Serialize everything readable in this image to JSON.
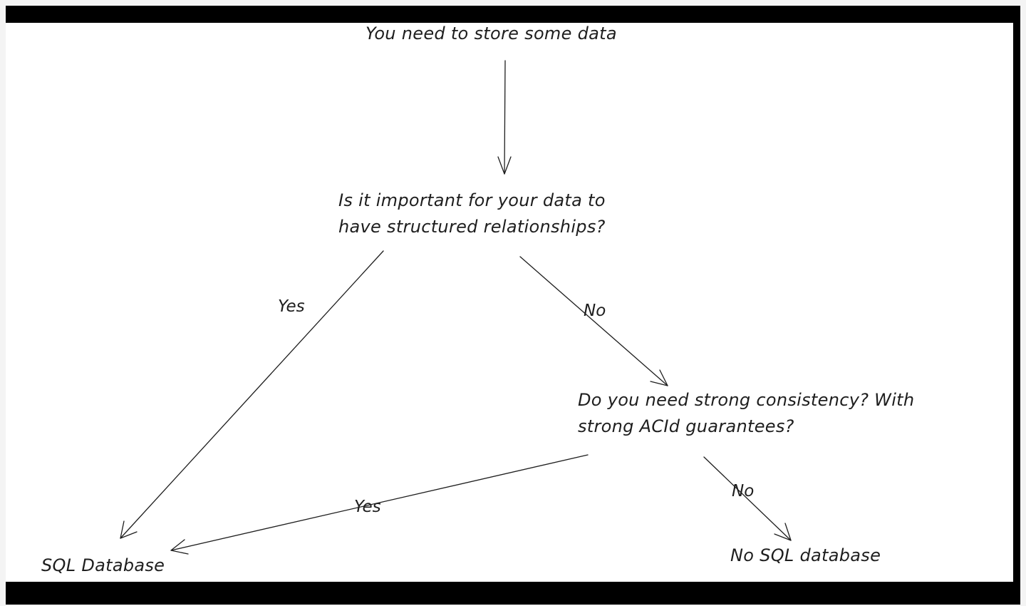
{
  "colors": {
    "frame": "#000000",
    "canvas": "#ffffff",
    "ink": "#1e1e1e",
    "page_background": "#f4f4f4"
  },
  "diagram": {
    "type": "flowchart",
    "nodes": {
      "start": {
        "lines": [
          "You need to store some data"
        ]
      },
      "question_structured": {
        "lines": [
          "Is it important for your data to",
          "have structured relationships?"
        ]
      },
      "question_consistency": {
        "lines": [
          "Do you need strong consistency? With",
          "strong ACId guarantees?"
        ]
      },
      "sql_database": {
        "lines": [
          "SQL Database"
        ]
      },
      "nosql_database": {
        "lines": [
          "No SQL database"
        ]
      }
    },
    "edges": [
      {
        "from": "start",
        "to": "question_structured",
        "label": ""
      },
      {
        "from": "question_structured",
        "to": "sql_database",
        "label": "Yes"
      },
      {
        "from": "question_structured",
        "to": "question_consistency",
        "label": "No"
      },
      {
        "from": "question_consistency",
        "to": "sql_database",
        "label": "Yes"
      },
      {
        "from": "question_consistency",
        "to": "nosql_database",
        "label": "No"
      }
    ]
  }
}
